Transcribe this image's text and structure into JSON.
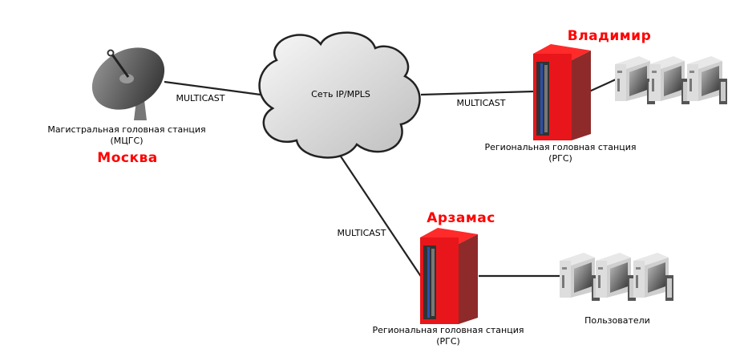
{
  "colors": {
    "city": "#ff0000",
    "server": "#e8161b",
    "link": "#222222",
    "cloud": "#e6e6e6"
  },
  "cloud": {
    "label": "Сеть IP/MPLS"
  },
  "links": {
    "moscow": "MULTICAST",
    "vladimir": "MULTICAST",
    "arzamas": "MULTICAST"
  },
  "moscow": {
    "line1": "Магистральная головная станция",
    "line2": "(МЦГС)",
    "city": "Москва",
    "icon": "satellite-dish-icon"
  },
  "vladimir": {
    "city": "Владимир",
    "line1": "Региональная головная станция",
    "line2": "(РГС)",
    "icon": "server-rack-icon"
  },
  "arzamas": {
    "city": "Арзамас",
    "line1": "Региональная головная станция",
    "line2": "(РГС)",
    "icon": "server-rack-icon"
  },
  "users": {
    "label": "Пользователи",
    "icon": "workstation-icon"
  }
}
